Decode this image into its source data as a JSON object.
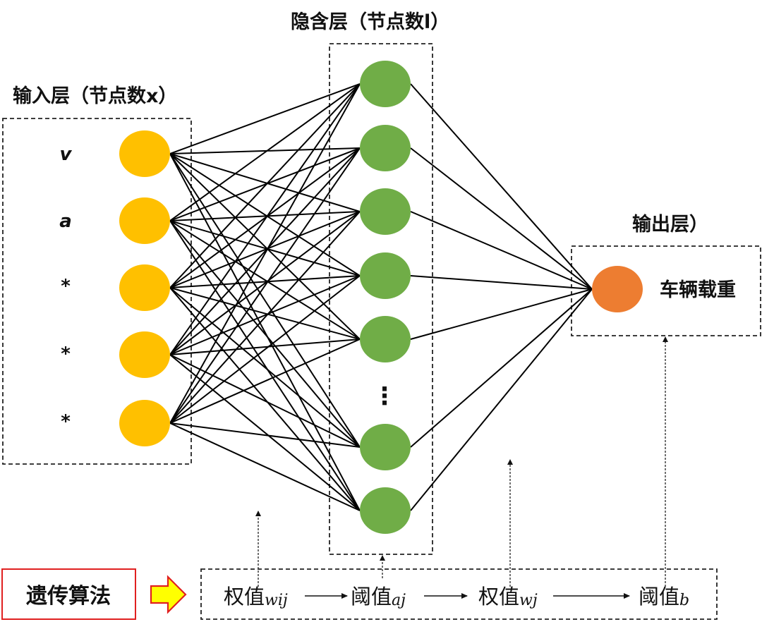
{
  "titles": {
    "input": "输入层（节点数x）",
    "hidden": "隐含层（节点数l）",
    "output": "输出层）"
  },
  "input_labels": [
    "v",
    "a",
    "*",
    "*",
    "*"
  ],
  "hidden_ellipsis": "⋮",
  "output_label": "车辆载重",
  "ga_label": "遗传算法",
  "params": [
    {
      "text": "权值",
      "sub": "wij"
    },
    {
      "text": "阈值",
      "sub": "aj"
    },
    {
      "text": "权值",
      "sub": "wj"
    },
    {
      "text": "阈值",
      "sub": "b"
    }
  ],
  "colors": {
    "input_node": "#FFC000",
    "hidden_node": "#70AD47",
    "output_node": "#ED7D31",
    "ga_border": "#E02020",
    "arrow_fill": "#FFFF00",
    "arrow_stroke": "#E02020"
  }
}
